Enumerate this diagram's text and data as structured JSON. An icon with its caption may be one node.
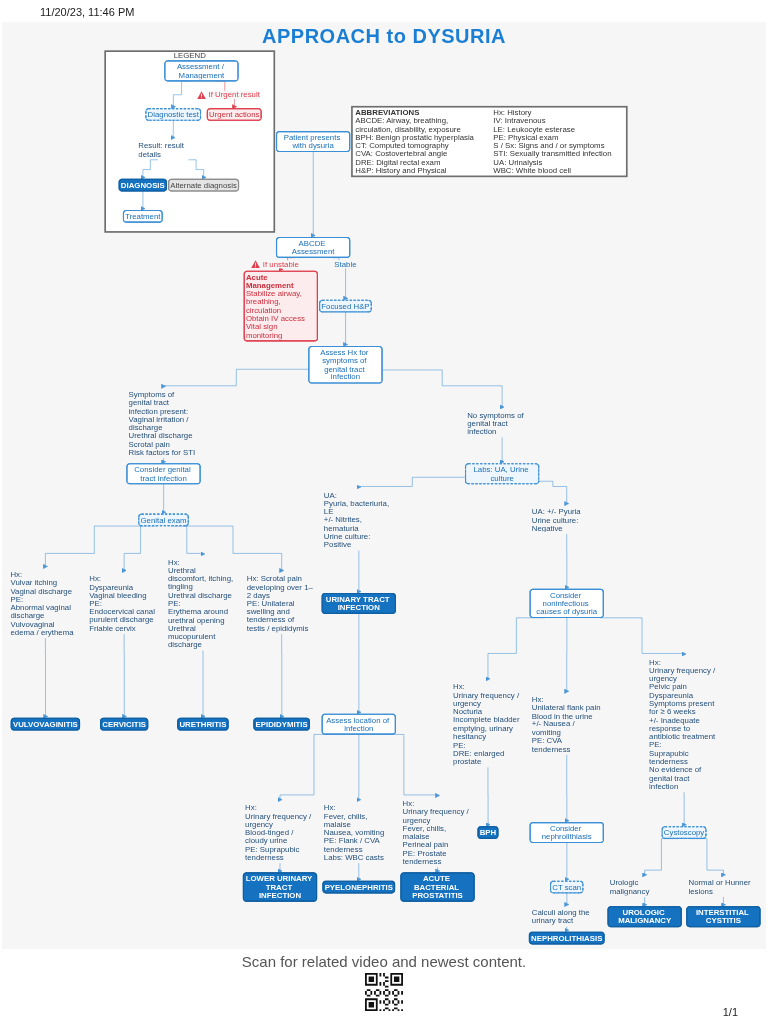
{
  "diagram": {
    "title": "APPROACH to DYSURIA",
    "caption": "Scan for related video and newest content.",
    "nodes": [
      {
        "text": [
          "LEGEND"
        ]
      },
      {
        "text": [
          "Assessment / Management"
        ],
        "in": 0
      },
      {
        "text": [
          "Urgent actions"
        ],
        "in": 0
      },
      {
        "text": [
          "Diagnostic test"
        ],
        "in": 0
      },
      {
        "text": [
          "Result: result details"
        ],
        "in": 0
      },
      {
        "text": [
          "DIAGNOSIS"
        ],
        "in": 0
      },
      {
        "text": [
          "Alternate diagnosis"
        ],
        "in": 0
      },
      {
        "text": [
          "Treatment"
        ],
        "in": 0
      },
      {
        "text": [
          "Patient presents with dysuria"
        ]
      },
      {
        "text": [
          "ABCDE Assessment"
        ]
      },
      {
        "text": [
          "Acute Management",
          "Stabilize airway, breathing, circulation",
          "Obtain IV access",
          "Vital sign monitoring"
        ]
      },
      {
        "text": [
          "Focused H&P"
        ]
      },
      {
        "text": [
          "Assess Hx for symptoms of genital tract infection"
        ]
      },
      {
        "text": [
          "Symptoms of genital tract infection present:",
          "Vaginal irritation / discharge",
          "Urethral discharge",
          "Scrotal pain",
          "Risk factors for STI"
        ]
      },
      {
        "text": [
          "No symptoms of genital tract infection"
        ]
      },
      {
        "text": [
          "Consider genital tract infection"
        ]
      },
      {
        "text": [
          "Labs: UA, Urine culture"
        ]
      },
      {
        "text": [
          "Genital exam"
        ]
      },
      {
        "text": [
          "Hx:",
          "Vulvar itching",
          "Vaginal discharge",
          "PE:",
          "Abnormal vaginal discharge",
          "Vulvovaginal edema / erythema"
        ]
      },
      {
        "text": [
          "VULVOVAGINITIS"
        ]
      },
      {
        "text": [
          "Hx:",
          "Dyspareunia",
          "Vaginal bleeding",
          "PE:",
          "Endocervical canal purulent discharge",
          "Friable cervix"
        ]
      },
      {
        "text": [
          "CERVICITIS"
        ]
      },
      {
        "text": [
          "Hx:",
          "Urethral discomfort, itching, tingling",
          "Urethral discharge",
          "PE:",
          "Erythema around urethral opening",
          "Urethral mucopurulent discharge"
        ]
      },
      {
        "text": [
          "URETHRITIS"
        ]
      },
      {
        "text": [
          "Hx: Scrotal pain developing over 1–2 days",
          "PE: Unilateral swelling and tenderness of testis / epididymis"
        ]
      },
      {
        "text": [
          "EPIDIDYMITIS"
        ]
      },
      {
        "text": [
          "UA:",
          "Pyuria, bacteriuria, LE",
          "+/- Nitrites, hematuria",
          "Urine culture: Positive"
        ]
      },
      {
        "text": [
          "URINARY TRACT INFECTION"
        ]
      },
      {
        "text": [
          "Assess location of infection"
        ]
      },
      {
        "text": [
          "Hx:",
          "Urinary frequency / urgency",
          "Blood-tinged / cloudy urine",
          "PE: Suprapubic tenderness"
        ]
      },
      {
        "text": [
          "LOWER URINARY TRACT INFECTION"
        ]
      },
      {
        "text": [
          "Hx:",
          "Fever, chills, malaise",
          "Nausea, vomiting",
          "PE: Flank / CVA tenderness",
          "Labs: WBC casts"
        ]
      },
      {
        "text": [
          "PYELONEPHRITIS"
        ]
      },
      {
        "text": [
          "Hx:",
          "Urinary frequency / urgency",
          "Fever, chills, malaise",
          "Perineal pain",
          "PE: Prostate tenderness"
        ]
      },
      {
        "text": [
          "ACUTE BACTERIAL PROSTATITIS"
        ]
      },
      {
        "text": [
          "UA: +/- Pyuria",
          "Urine culture: Negative"
        ]
      },
      {
        "text": [
          "Consider noninfectious causes of dysuria"
        ]
      },
      {
        "text": [
          "Hx:",
          "Urinary frequency / urgency",
          "Nocturia",
          "Incomplete bladder emptying, urinary hesitancy",
          "PE:",
          "DRE: enlarged prostate"
        ]
      },
      {
        "text": [
          "BPH"
        ]
      },
      {
        "text": [
          "Hx:",
          "Unilateral flank pain",
          "Blood in the urine",
          "+/- Nausea / vomiting",
          "PE: CVA tenderness"
        ]
      },
      {
        "text": [
          "Consider nephrolithiasis"
        ]
      },
      {
        "text": [
          "CT scan"
        ]
      },
      {
        "text": [
          "Calculi along the urinary tract"
        ]
      },
      {
        "text": [
          "NEPHROLITHIASIS"
        ]
      },
      {
        "text": [
          "Hx:",
          "Urinary frequency / urgency",
          "Pelvic pain",
          "Dyspareunia",
          "Symptoms present for ≥ 6 weeks",
          "+/- Inadequate response to antibiotic treatment",
          "PE:",
          "Suprapubic tenderness",
          "No evidence of genital tract infection"
        ]
      },
      {
        "text": [
          "Cystoscopy"
        ]
      },
      {
        "text": [
          "Urologic malignancy"
        ]
      },
      {
        "text": [
          "UROLOGIC MALIGNANCY"
        ]
      },
      {
        "text": [
          "Normal or Hunner lesions"
        ]
      },
      {
        "text": [
          "INTERSTITIAL CYSTITIS"
        ]
      },
      {
        "text": [
          "ABBREVIATIONS",
          "ABCDE: Airway, breathing, circulation, disability, exposure",
          "BPH: Benign prostatic hyperplasia",
          "CT: Computed tomography",
          "CVA: Costovertebral angle",
          "DRE: Digital rectal exam",
          "H&P: History and Physical",
          "Hx: History",
          "IV: Intravenous",
          "LE: Leukocyte esterase",
          "PE: Physical exam",
          "S / Sx: Signs and / or symptoms",
          "STI: Sexually transmitted infection",
          "UA: Urinalysis",
          "WBC: White blood cell"
        ]
      }
    ],
    "edges": [
      {
        "from": 1,
        "to": 3,
        "arrow": "to"
      },
      {
        "from": 1,
        "to": 2,
        "arrow": "to",
        "label": "If Urgent result",
        "color": "#e0404e"
      },
      {
        "from": 3,
        "to": 4,
        "arrow": "to"
      },
      {
        "from": 4,
        "to": 5,
        "arrow": "to"
      },
      {
        "from": 4,
        "to": 6,
        "arrow": "to"
      },
      {
        "from": 5,
        "to": 7,
        "arrow": "to"
      },
      {
        "from": 8,
        "to": 9,
        "arrow": "to"
      },
      {
        "from": 9,
        "to": 10,
        "arrow": "to",
        "label": "If unstable",
        "color": "#e0404e"
      },
      {
        "from": 9,
        "to": 11,
        "arrow": "to",
        "label": "Stable"
      },
      {
        "from": 11,
        "to": 12,
        "arrow": "to"
      },
      {
        "from": 12,
        "to": 13,
        "arrow": "to"
      },
      {
        "from": 12,
        "to": 14,
        "arrow": "to"
      },
      {
        "from": 13,
        "to": 15,
        "arrow": "to"
      },
      {
        "from": 14,
        "to": 16,
        "arrow": "to"
      },
      {
        "from": 15,
        "to": 17,
        "arrow": "to"
      },
      {
        "from": 17,
        "to": 18,
        "arrow": "to"
      },
      {
        "from": 17,
        "to": 20,
        "arrow": "to"
      },
      {
        "from": 17,
        "to": 22,
        "arrow": "to"
      },
      {
        "from": 17,
        "to": 24,
        "arrow": "to"
      },
      {
        "from": 18,
        "to": 19,
        "arrow": "to"
      },
      {
        "from": 20,
        "to": 21,
        "arrow": "to"
      },
      {
        "from": 22,
        "to": 23,
        "arrow": "to"
      },
      {
        "from": 24,
        "to": 25,
        "arrow": "to"
      },
      {
        "from": 16,
        "to": 26,
        "arrow": "to"
      },
      {
        "from": 16,
        "to": 35,
        "arrow": "to"
      },
      {
        "from": 26,
        "to": 27,
        "arrow": "to"
      },
      {
        "from": 27,
        "to": 28,
        "arrow": "to"
      },
      {
        "from": 28,
        "to": 29,
        "arrow": "to"
      },
      {
        "from": 28,
        "to": 31,
        "arrow": "to"
      },
      {
        "from": 28,
        "to": 33,
        "arrow": "to"
      },
      {
        "from": 29,
        "to": 30,
        "arrow": "to"
      },
      {
        "from": 31,
        "to": 32,
        "arrow": "to"
      },
      {
        "from": 33,
        "to": 34,
        "arrow": "to"
      },
      {
        "from": 35,
        "to": 36,
        "arrow": "to"
      },
      {
        "from": 36,
        "to": 37,
        "arrow": "to"
      },
      {
        "from": 36,
        "to": 39,
        "arrow": "to"
      },
      {
        "from": 36,
        "to": 44,
        "arrow": "to"
      },
      {
        "from": 37,
        "to": 38,
        "arrow": "to"
      },
      {
        "from": 39,
        "to": 40,
        "arrow": "to"
      },
      {
        "from": 40,
        "to": 41,
        "arrow": "to"
      },
      {
        "from": 41,
        "to": 42,
        "arrow": "to"
      },
      {
        "from": 42,
        "to": 43,
        "arrow": "to"
      },
      {
        "from": 44,
        "to": 45,
        "arrow": "to"
      },
      {
        "from": 45,
        "to": 46,
        "arrow": "to"
      },
      {
        "from": 45,
        "to": 48,
        "arrow": "to"
      },
      {
        "from": 46,
        "to": 47,
        "arrow": "to"
      },
      {
        "from": 48,
        "to": 49,
        "arrow": "to"
      }
    ],
    "labels": [
      "11/20/23, 11:46 PM",
      "1/1"
    ]
  }
}
